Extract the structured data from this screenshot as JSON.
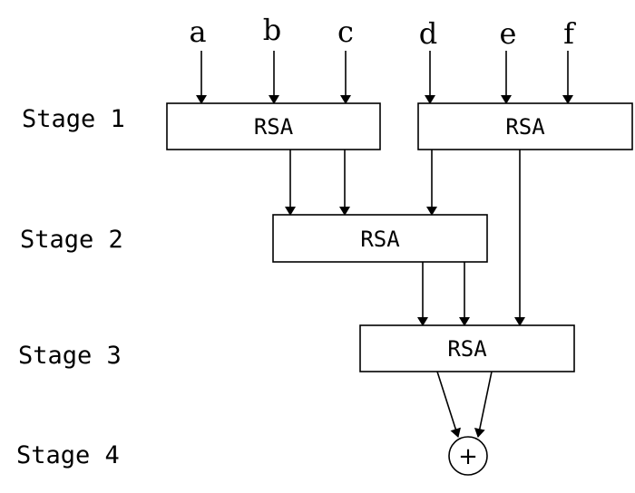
{
  "inputs": [
    "a",
    "b",
    "c",
    "d",
    "e",
    "f"
  ],
  "stages": [
    "Stage 1",
    "Stage 2",
    "Stage 3",
    "Stage 4"
  ],
  "blocks": {
    "stage1_left": "RSA",
    "stage1_right": "RSA",
    "stage2": "RSA",
    "stage3": "RSA"
  },
  "adder_symbol": "+",
  "colors": {
    "stroke": "#000000",
    "background": "#ffffff"
  }
}
